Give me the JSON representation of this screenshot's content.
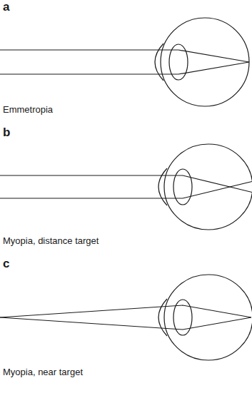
{
  "diagram": {
    "labels": [
      "a",
      "Emmetropia",
      "b",
      "Myopia, distance target",
      "c",
      "Myopia, near target"
    ]
  }
}
